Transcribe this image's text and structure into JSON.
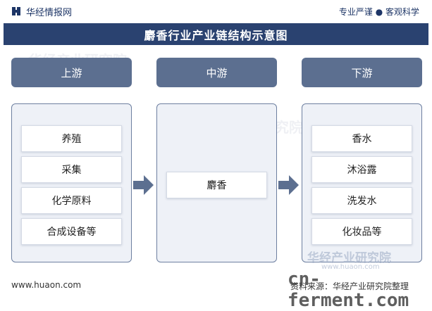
{
  "header": {
    "brand": "华经情报网",
    "slogan": "专业严谨 ● 客观科学"
  },
  "title": "麝香行业产业链结构示意图",
  "stages": {
    "upstream": {
      "label": "上游",
      "items": [
        "养殖",
        "采集",
        "化学原料",
        "合成设备等"
      ]
    },
    "midstream": {
      "label": "中游",
      "items": [
        "麝香"
      ]
    },
    "downstream": {
      "label": "下游",
      "items": [
        "香水",
        "沐浴露",
        "洗发水",
        "化妆品等"
      ]
    }
  },
  "footer": {
    "website": "www.huaon.com",
    "source": "资料来源：华经产业研究院整理"
  },
  "watermarks": {
    "stamp": "华经产业研究院",
    "url": "www.huaon.com",
    "cn_ferment": "cn-ferment.com"
  },
  "colors": {
    "title_bar": "#2a4270",
    "stage_head": "#5c6f90",
    "panel_bg": "#eef1f7",
    "arrow": "#5c6f90"
  }
}
